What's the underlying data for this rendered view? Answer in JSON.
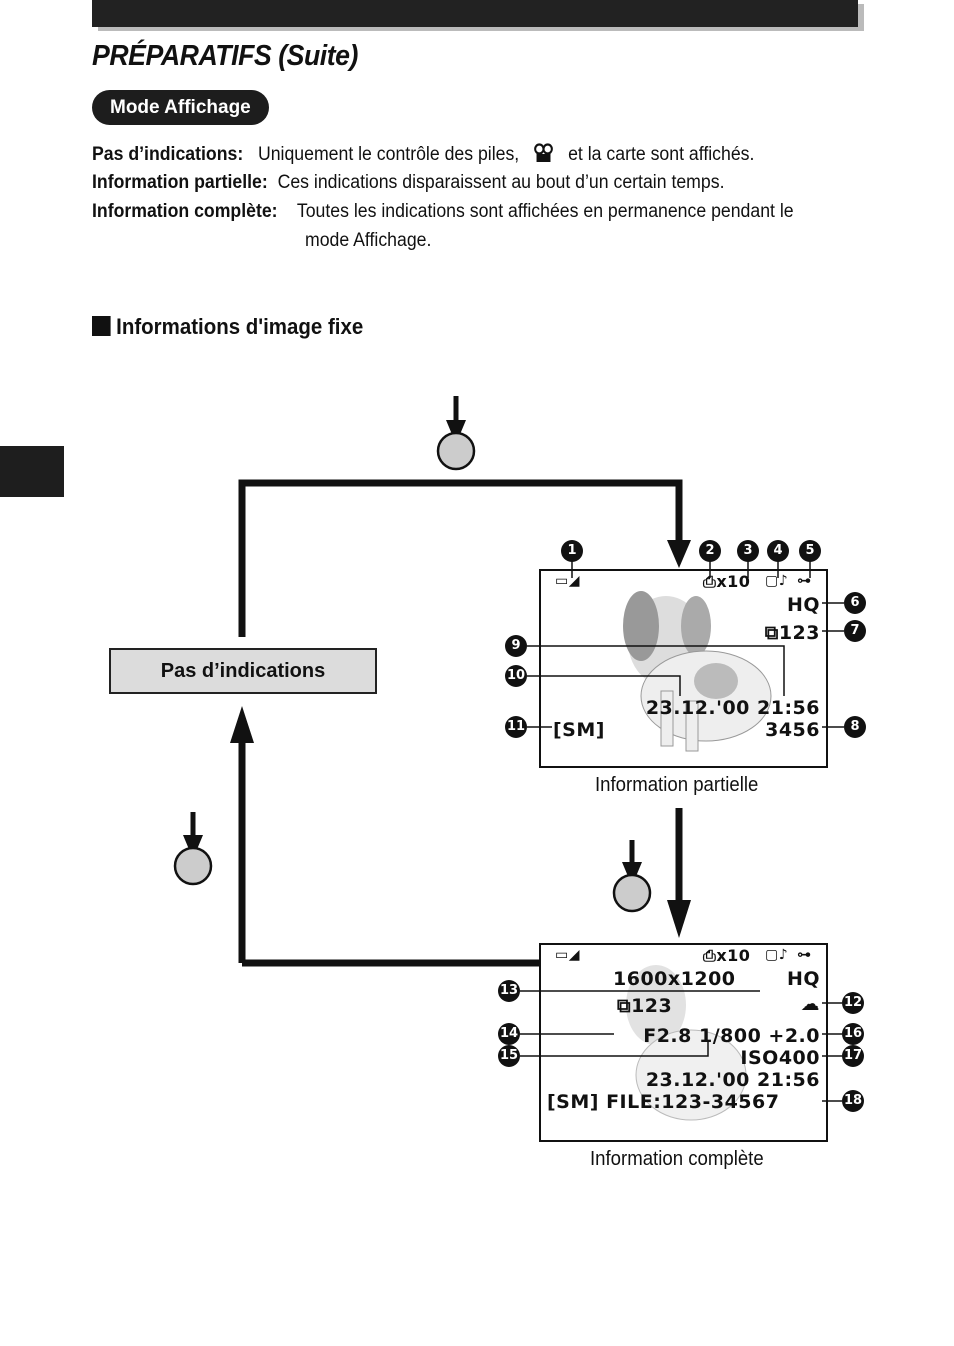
{
  "header": {
    "title": "PRÉPARATIFS (Suite)"
  },
  "mode_pill": "Mode Affichage",
  "definitions": [
    {
      "term": "Pas d’indications:",
      "text_a": "Uniquement le contrôle des piles,",
      "text_b": "et la carte sont affichés.",
      "icon": "movie-camera-icon"
    },
    {
      "term": "Information partielle:",
      "text": "Ces indications disparaissent au bout d’un certain temps."
    },
    {
      "term": "Information complète:",
      "text": "Toutes les indications sont affichées en permanence pendant le",
      "text2": "mode Affichage."
    }
  ],
  "section_title": "Informations d'image fixe",
  "box_none_label": "Pas d’indications",
  "lcd_partial": {
    "print": "x10",
    "quality": "HQ",
    "frame": "123",
    "datetime": "23.12.'00 21:56",
    "mode": "[SM]",
    "count": "3456",
    "caption": "Information partielle"
  },
  "lcd_full": {
    "print": "x10",
    "resolution": "1600x1200",
    "quality": "HQ",
    "frame": "123",
    "exposure": "F2.8  1/800  +2.0",
    "iso": "ISO400",
    "datetime": "23.12.'00  21:56",
    "file": "[SM] FILE:123-34567",
    "caption": "Information complète"
  },
  "callouts": [
    "1",
    "2",
    "3",
    "4",
    "5",
    "6",
    "7",
    "8",
    "9",
    "10",
    "11",
    "12",
    "13",
    "14",
    "15",
    "16",
    "17",
    "18"
  ]
}
